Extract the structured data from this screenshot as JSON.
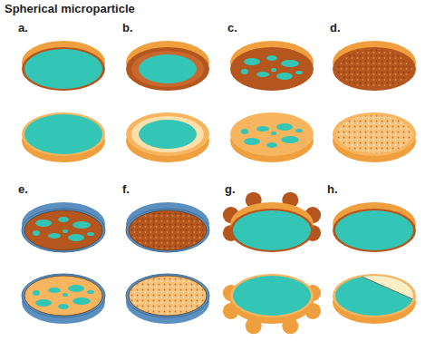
{
  "diagram": {
    "title": "Spherical microparticle",
    "labels": [
      "a.",
      "b.",
      "c.",
      "d.",
      "e.",
      "f.",
      "g.",
      "h."
    ]
  }
}
